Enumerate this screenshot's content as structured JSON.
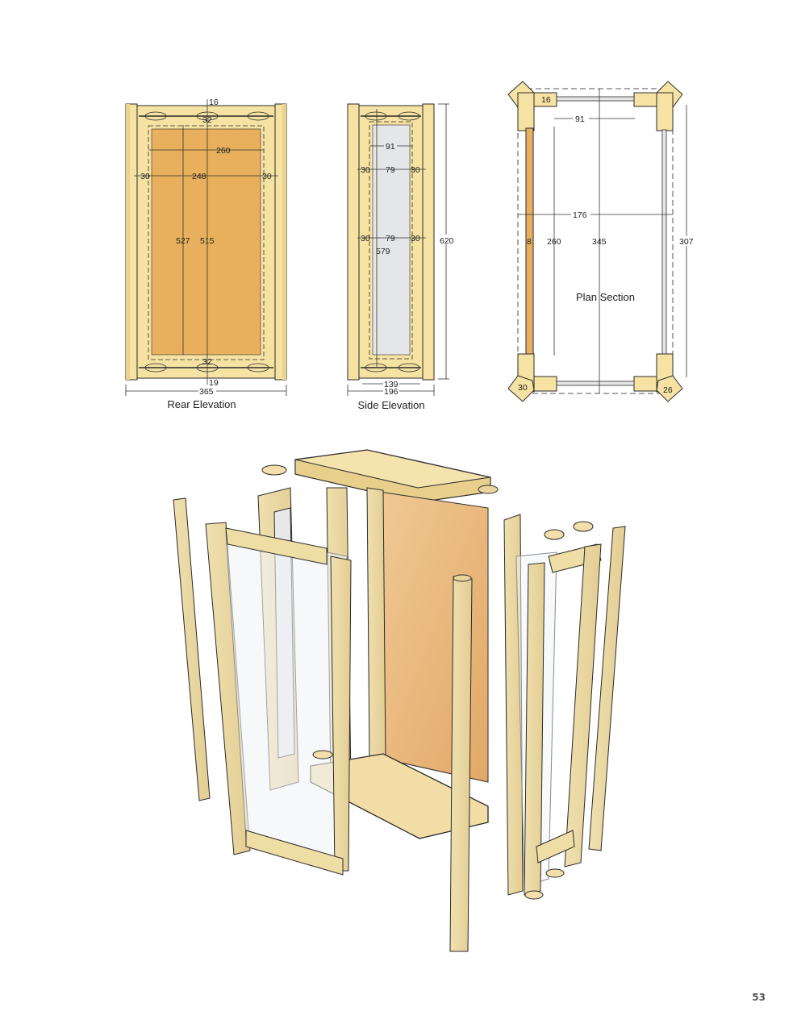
{
  "page": {
    "number": "53"
  },
  "colors": {
    "frame_wood": "#f6e3a3",
    "panel_wood": "#e8b05c",
    "glass": "#e4e6e8",
    "outline": "#2a2a2a",
    "dim_line": "#333333"
  },
  "rear_elevation": {
    "caption": "Rear Elevation",
    "dims": {
      "top_rail_offset": "16",
      "top_rail_width": "32",
      "panel_width": "260",
      "stile_left": "30",
      "inner_width": "248",
      "stile_right": "30",
      "panel_height": "527",
      "inner_height": "515",
      "bottom_rail_width": "32",
      "bottom_rail_offset": "19",
      "overall_width": "365"
    }
  },
  "side_elevation": {
    "caption": "Side Elevation",
    "dims": {
      "glass_width": "91",
      "stile_left_top": "30",
      "opening_top": "79",
      "stile_right_top": "30",
      "stile_left_mid": "30",
      "opening_mid": "79",
      "stile_right_mid": "30",
      "opening_height": "579",
      "overall_height": "620",
      "inner_width": "139",
      "overall_width": "196"
    }
  },
  "plan_section": {
    "caption": "Plan Section",
    "dims": {
      "rail_thickness": "16",
      "glass_width": "91",
      "inner_width": "176",
      "panel_thickness": "8",
      "panel_depth": "260",
      "overall_depth": "345",
      "side_depth": "307",
      "post_left": "30",
      "post_right": "26"
    }
  },
  "exploded_view": {
    "description": "Exploded isometric view of the cabinet: top, bottom, corner posts, frame-and-panel back, glazed side and front doors, with biscuits/dowels"
  }
}
